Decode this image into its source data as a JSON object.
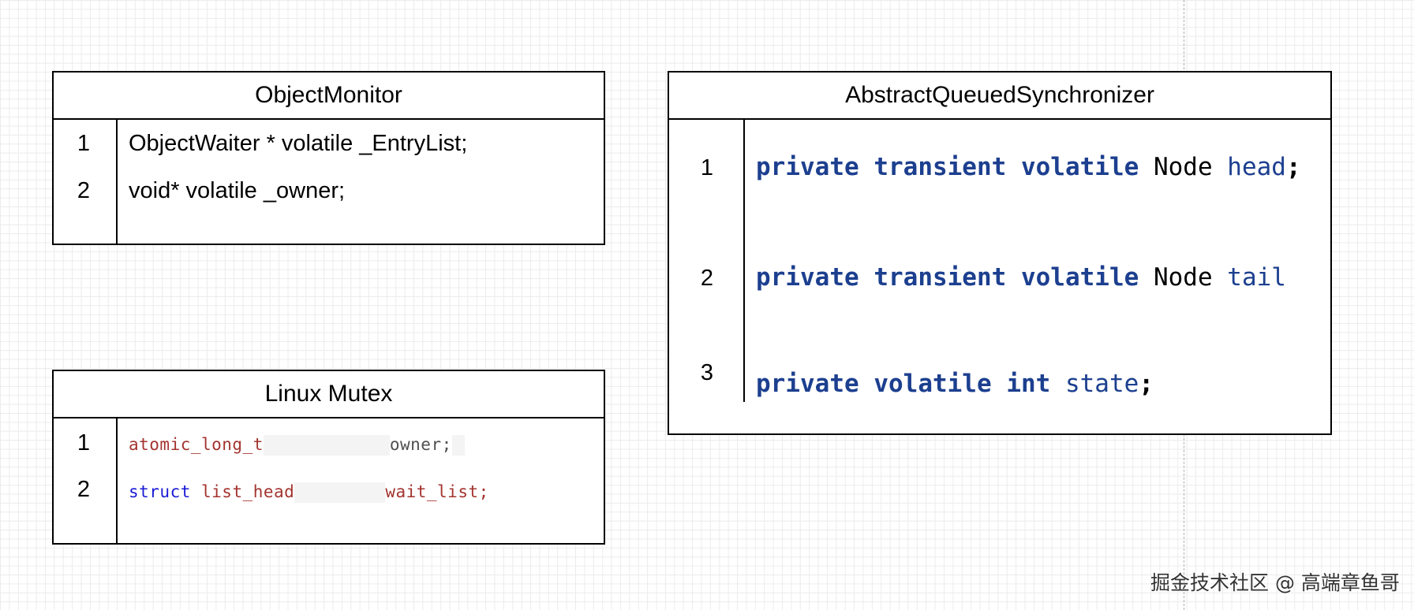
{
  "object_monitor": {
    "title": "ObjectMonitor",
    "rows": [
      {
        "num": "1",
        "text": "ObjectWaiter * volatile _EntryList;"
      },
      {
        "num": "2",
        "text": "void* volatile _owner;"
      }
    ]
  },
  "linux_mutex": {
    "title": "Linux Mutex",
    "rows": [
      {
        "num": "1",
        "type": "atomic_long_t",
        "field": "owner;"
      },
      {
        "num": "2",
        "keyword": "struct",
        "type": "list_head",
        "field": "wait_list;"
      }
    ]
  },
  "aqs": {
    "title": "AbstractQueuedSynchronizer",
    "rows": [
      {
        "num": "1",
        "kw1": "private",
        "kw2": "transient",
        "kw3": "volatile",
        "type": "Node",
        "name": "head",
        "end": ";"
      },
      {
        "num": "2",
        "kw1": "private",
        "kw2": "transient",
        "kw3": "volatile",
        "type": "Node",
        "name": "tail",
        "end": ""
      },
      {
        "num": "3",
        "kw1": "private",
        "kw2": "volatile",
        "kw3": "int",
        "name": "state",
        "end": ";"
      }
    ]
  },
  "watermark": "掘金技术社区 @ 高端章鱼哥",
  "colors": {
    "grid": "#ececec",
    "c_keyword": "#1a1ad6",
    "c_type": "#a3342f",
    "java_keyword": "#1c3f8f"
  }
}
